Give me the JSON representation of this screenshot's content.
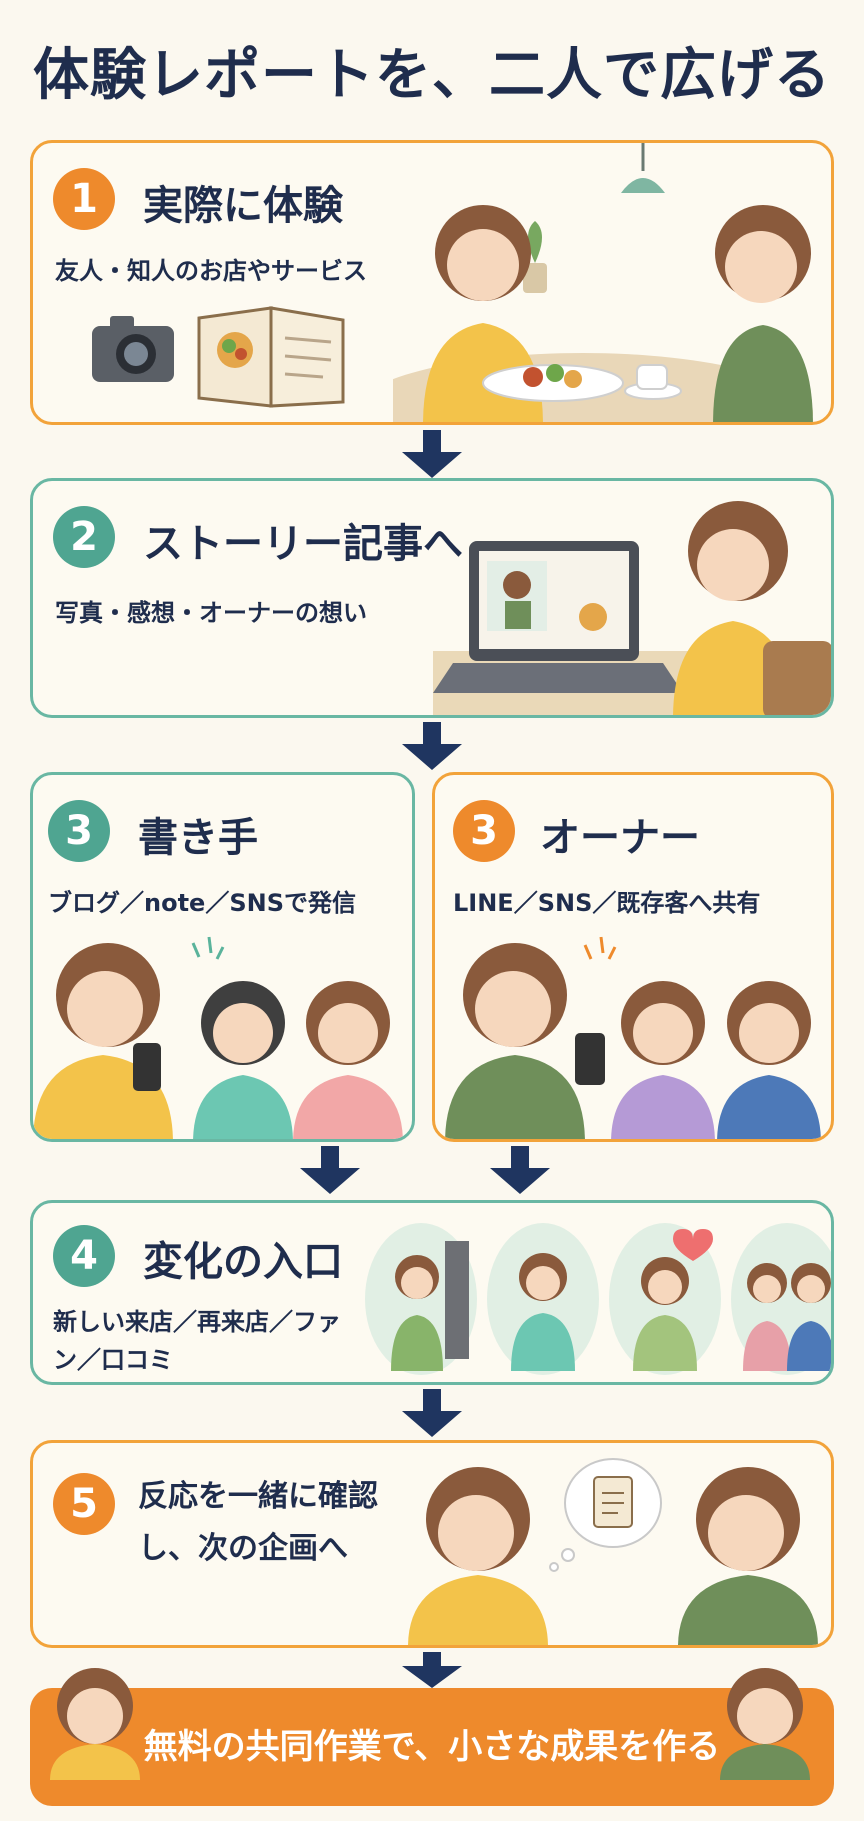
{
  "title": "体験レポートを、二人で広げる",
  "steps": {
    "s1": {
      "number": "1",
      "heading": "実際に体験",
      "sub": "友人・知人のお店やサービス"
    },
    "s2": {
      "number": "2",
      "heading": "ストーリー記事へ",
      "sub": "写真・感想・オーナーの想い"
    },
    "s3a": {
      "number": "3",
      "heading": "書き手",
      "sub": "ブログ／note／SNSで発信"
    },
    "s3b": {
      "number": "3",
      "heading": "オーナー",
      "sub": "LINE／SNS／既存客へ共有"
    },
    "s4": {
      "number": "4",
      "heading": "変化の入口",
      "sub": "新しい来店／再来店／ファン／口コミ"
    },
    "s5": {
      "number": "5",
      "heading": "反応を一緒に確認し、次の企画へ"
    }
  },
  "banner": "無料の共同作業で、小さな成果を作る",
  "colors": {
    "orange": "#ee8a2c",
    "teal": "#4fa591",
    "navy": "#1f2d4d"
  }
}
